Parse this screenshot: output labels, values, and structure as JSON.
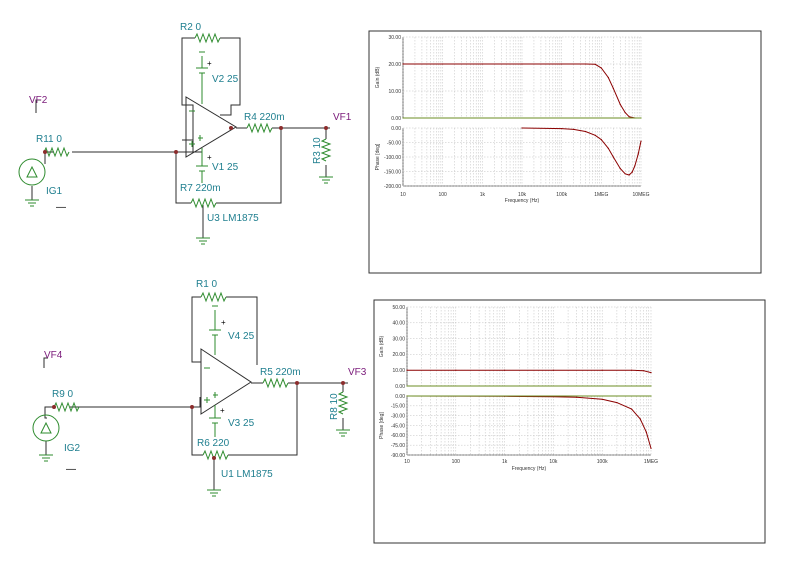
{
  "circuits": [
    {
      "vf_in": "VF2",
      "vf_out": "VF1",
      "r_fb": "R2 0",
      "v_top": "V2 25",
      "r_out": "R4 220m",
      "r_in": "R11 0",
      "r_load": "R3 10",
      "v_bot": "V1 25",
      "r_bot": "R7 220m",
      "ig": "IG1",
      "opamp": "U3 LM1875"
    },
    {
      "vf_in": "VF4",
      "vf_out": "VF3",
      "r_fb": "R1 0",
      "v_top": "V4 25",
      "r_out": "R5 220m",
      "r_in": "R9 0",
      "r_load": "R8 10",
      "v_bot": "V3 25",
      "r_bot": "R6 220",
      "ig": "IG2",
      "opamp": "U1 LM1875"
    }
  ],
  "chart_data": [
    {
      "type": "line",
      "title": "",
      "xlabel": "Frequency (Hz)",
      "x_scale": "log",
      "x_ticks": [
        "10",
        "100",
        "1k",
        "10k",
        "100k",
        "1MEG",
        "10MEG"
      ],
      "gain": {
        "ylabel": "Gain (dB)",
        "ylim": [
          0,
          30
        ],
        "y_ticks": [
          "30.00",
          "20.00",
          "10.00",
          "0.00"
        ],
        "series": [
          {
            "color": "#8b0000",
            "x": [
              10,
              100,
              1000,
              10000,
              100000,
              400000,
              700000,
              1000000,
              1500000,
              2000000,
              3000000,
              4000000,
              5000000,
              7000000
            ],
            "y": [
              20,
              20,
              20,
              20,
              20,
              20,
              19.9,
              18.5,
              15,
              11,
              5,
              2,
              0.5,
              0
            ]
          },
          {
            "color": "#6b8e23",
            "x": [
              10,
              10000000
            ],
            "y": [
              0,
              0
            ]
          }
        ]
      },
      "phase": {
        "ylabel": "Phase [deg]",
        "ylim": [
          -200,
          0
        ],
        "y_ticks": [
          "0.00",
          "-50.00",
          "-100.00",
          "-150.00",
          "-200.00"
        ],
        "series": [
          {
            "color": "#8b0000",
            "x": [
              10000,
              100000,
              200000,
              400000,
              700000,
              1000000,
              1500000,
              2000000,
              3000000,
              4000000,
              5000000,
              6000000,
              7000000,
              8500000,
              10000000
            ],
            "y": [
              0,
              -2,
              -5,
              -12,
              -25,
              -40,
              -70,
              -100,
              -140,
              -158,
              -162,
              -152,
              -130,
              -90,
              -45
            ]
          }
        ]
      }
    },
    {
      "type": "line",
      "title": "",
      "xlabel": "Frequency (Hz)",
      "x_scale": "log",
      "x_ticks": [
        "10",
        "100",
        "1k",
        "10k",
        "100k",
        "1MEG"
      ],
      "gain": {
        "ylabel": "Gain (dB)",
        "ylim": [
          0,
          50
        ],
        "y_ticks": [
          "50.00",
          "40.00",
          "30.00",
          "20.00",
          "10.00",
          "0.00"
        ],
        "series": [
          {
            "color": "#8b0000",
            "x": [
              10,
              100,
              1000,
              10000,
              100000,
              400000,
              700000,
              1000000
            ],
            "y": [
              10,
              10,
              10,
              10,
              10,
              10,
              9.7,
              8.5
            ]
          },
          {
            "color": "#6b8e23",
            "x": [
              10,
              1000000
            ],
            "y": [
              0,
              0
            ]
          }
        ]
      },
      "phase": {
        "ylabel": "Phase [deg]",
        "ylim": [
          -90,
          0
        ],
        "y_ticks": [
          "0.00",
          "-15.00",
          "-30.00",
          "-45.00",
          "-60.00",
          "-75.00",
          "-90.00"
        ],
        "series": [
          {
            "color": "#8b0000",
            "x": [
              10,
              1000,
              10000,
              30000,
              100000,
              200000,
              400000,
              600000,
              800000,
              1000000
            ],
            "y": [
              0,
              -0.5,
              -1,
              -2,
              -5,
              -10,
              -20,
              -35,
              -55,
              -80
            ]
          },
          {
            "color": "#6b8e23",
            "x": [
              10,
              1000000
            ],
            "y": [
              0,
              0
            ]
          }
        ]
      }
    }
  ]
}
